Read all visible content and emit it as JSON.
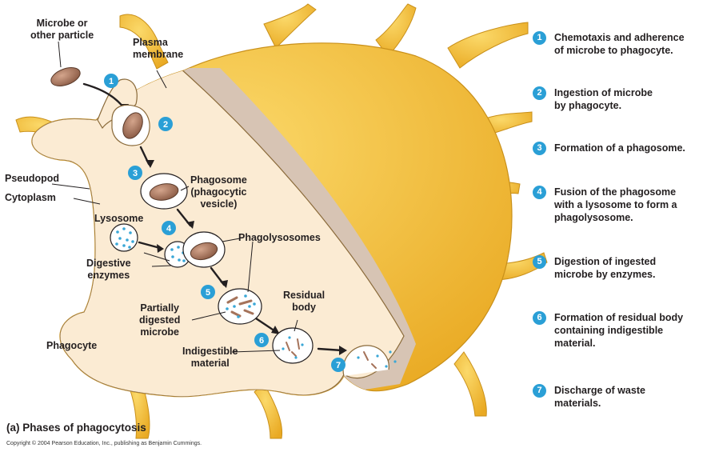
{
  "labels": {
    "microbe": [
      "Microbe or",
      "other particle"
    ],
    "plasma_membrane": [
      "Plasma",
      "membrane"
    ],
    "pseudopod": "Pseudopod",
    "cytoplasm": "Cytoplasm",
    "phagosome": [
      "Phagosome",
      "(phagocytic",
      "vesicle)"
    ],
    "lysosome": "Lysosome",
    "phagolysosomes": "Phagolysosomes",
    "digestive_enzymes": [
      "Digestive",
      "enzymes"
    ],
    "residual_body": [
      "Residual",
      "body"
    ],
    "partially_digested": [
      "Partially",
      "digested",
      "microbe"
    ],
    "indigestible": [
      "Indigestible",
      "material"
    ],
    "phagocyte": "Phagocyte"
  },
  "diagram_numbers": [
    "1",
    "2",
    "3",
    "4",
    "5",
    "6",
    "7"
  ],
  "steps": [
    {
      "num": "1",
      "text": "Chemotaxis and adherence\nof microbe to phagocyte."
    },
    {
      "num": "2",
      "text": "Ingestion of microbe\nby phagocyte."
    },
    {
      "num": "3",
      "text": "Formation of a phagosome."
    },
    {
      "num": "4",
      "text": "Fusion of the phagosome\nwith a lysosome to form a\nphagolysosome."
    },
    {
      "num": "5",
      "text": "Digestion of ingested\nmicrobe by enzymes."
    },
    {
      "num": "6",
      "text": "Formation of residual body\ncontaining indigestible\nmaterial."
    },
    {
      "num": "7",
      "text": "Discharge of waste\nmaterials."
    }
  ],
  "caption": "(a) Phases of phagocytosis",
  "copyright": "Copyright © 2004 Pearson Education, Inc., publishing as Benjamin Cummings.",
  "colors": {
    "cell_outer": "#f2c02e",
    "cell_inner": "#fbebd3",
    "cut_face": "#d7c4b4",
    "number_badge": "#2a9fd6",
    "microbe": "#a5735a",
    "enzyme_dot": "#3aa7d6"
  }
}
